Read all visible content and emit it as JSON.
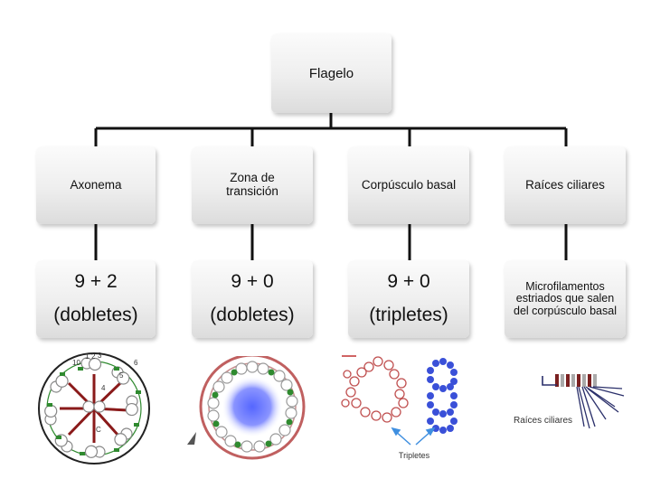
{
  "root": {
    "label": "Flagelo"
  },
  "columns": [
    {
      "name": "Axonema",
      "detail_top": "9 + 2",
      "detail_bottom": "(dobletes)"
    },
    {
      "name": "Zona de transición",
      "detail_top": "9 + 0",
      "detail_bottom": "(dobletes)"
    },
    {
      "name": "Corpúsculo basal",
      "detail_top": "9 + 0",
      "detail_bottom": "(tripletes)"
    },
    {
      "name": "Raíces ciliares",
      "detail_text": "Microfilamentos estriados que salen del corpúsculo basal"
    }
  ],
  "images": {
    "axonema_numbers": [
      "10",
      "1",
      "2",
      "3",
      "6",
      "5",
      "4",
      "C"
    ],
    "triplets_label": "Tripletes",
    "roots_label": "Raíces ciliares"
  },
  "colors": {
    "line": "#111111",
    "ring_green": "#2f8a2f",
    "spoke_red": "#8a1a1a",
    "blue_center": "#5566ff",
    "triplet_blue": "#3a50d8",
    "root_navy": "#2a2f6a",
    "arrow_blue": "#3f8fe0"
  }
}
